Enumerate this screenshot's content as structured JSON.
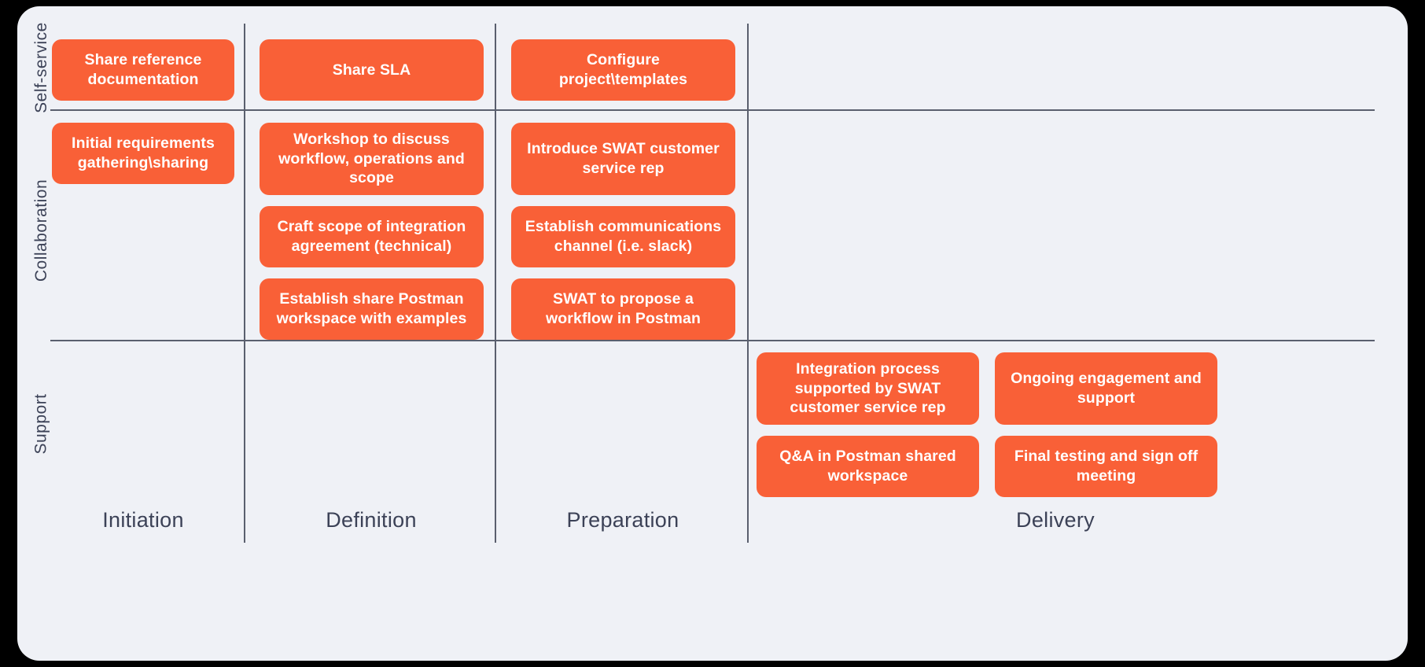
{
  "board": {
    "background_color": "#eff1f6",
    "accent_color": "#f96037",
    "line_color": "#5a5f6e",
    "text_color": "#3c4257"
  },
  "rows": [
    {
      "label": "Self-service"
    },
    {
      "label": "Collaboration"
    },
    {
      "label": "Support"
    }
  ],
  "columns": [
    {
      "label": "Initiation"
    },
    {
      "label": "Definition"
    },
    {
      "label": "Preparation"
    },
    {
      "label": "Delivery"
    }
  ],
  "cells": {
    "self_service": {
      "initiation": [
        "Share reference documentation"
      ],
      "definition": [
        "Share SLA"
      ],
      "preparation": [
        "Configure project\\templates"
      ],
      "delivery": []
    },
    "collaboration": {
      "initiation": [
        "Initial requirements gathering\\sharing"
      ],
      "definition": [
        "Workshop to discuss workflow, operations and scope",
        "Craft scope of integration agreement (technical)",
        "Establish share Postman workspace with examples"
      ],
      "preparation": [
        "Introduce SWAT customer service rep",
        "Establish communications channel (i.e. slack)",
        "SWAT to propose a workflow in Postman"
      ],
      "delivery": []
    },
    "support": {
      "initiation": [],
      "definition": [],
      "preparation": [],
      "delivery": [
        "Integration process supported by SWAT customer service rep",
        "Ongoing engagement and support",
        "Q&A in Postman shared workspace",
        "Final testing and sign off meeting"
      ]
    }
  }
}
